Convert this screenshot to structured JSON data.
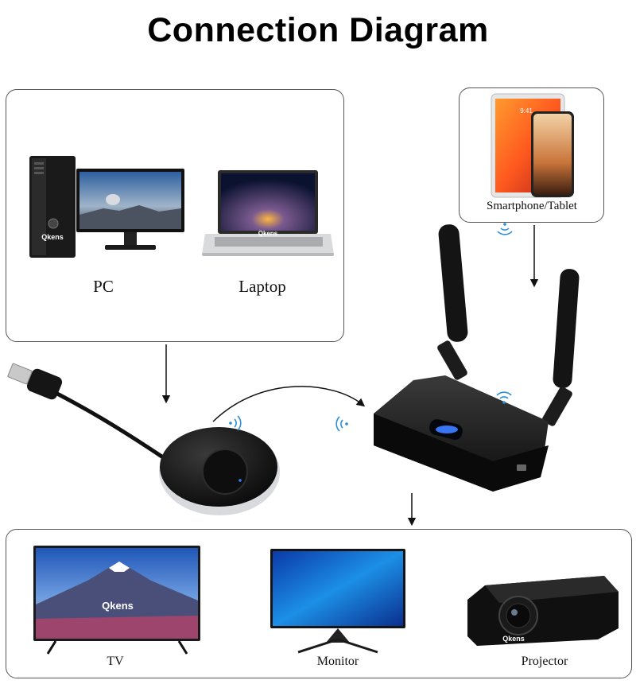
{
  "title": "Connection Diagram",
  "sources": {
    "pc_label": "PC",
    "laptop_label": "Laptop",
    "tower_brand": "Qkens",
    "laptop_brand": "Qkens"
  },
  "phone": {
    "label": "Smartphone/Tablet",
    "status_time": "9:41"
  },
  "outputs": {
    "tv_label": "TV",
    "monitor_label": "Monitor",
    "projector_label": "Projector",
    "tv_brand": "Qkens",
    "projector_brand": "Qkens"
  },
  "colors": {
    "wifi": "#2a8fd8",
    "receiver_led": "#3a7bff",
    "device_black": "#111111"
  }
}
